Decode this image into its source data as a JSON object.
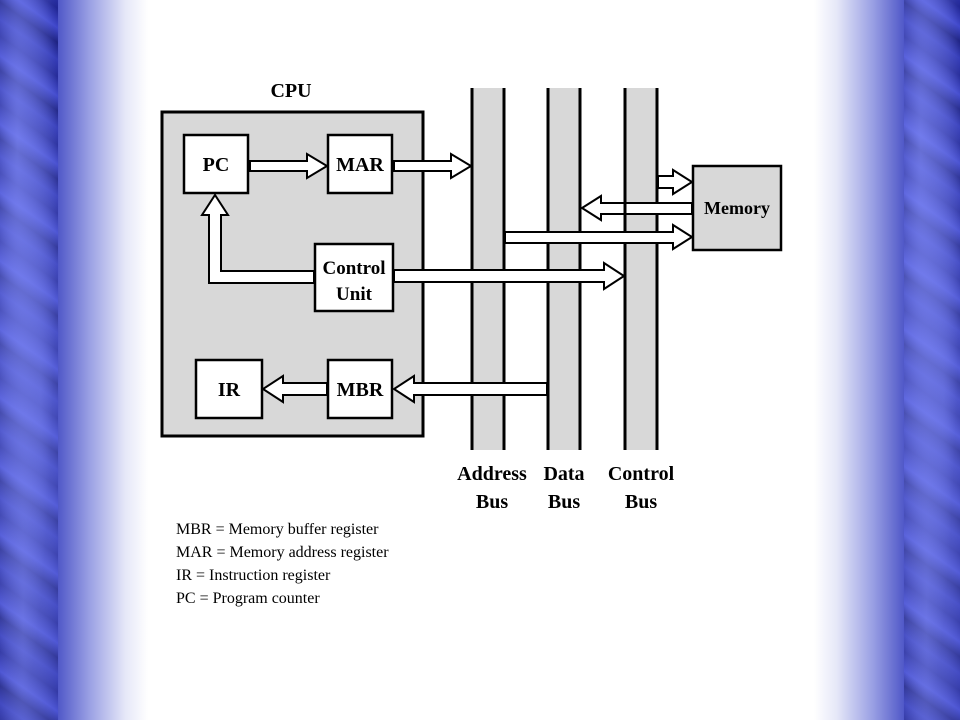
{
  "diagram": {
    "cpu_title": "CPU",
    "registers": {
      "pc": "PC",
      "mar": "MAR",
      "control_unit_line1": "Control",
      "control_unit_line2": "Unit",
      "ir": "IR",
      "mbr": "MBR"
    },
    "memory": "Memory",
    "buses": {
      "address_line1": "Address",
      "address_line2": "Bus",
      "data_line1": "Data",
      "data_line2": "Bus",
      "control_line1": "Control",
      "control_line2": "Bus"
    }
  },
  "legend": [
    "MBR = Memory buffer register",
    "MAR = Memory address register",
    "IR = Instruction register",
    "PC = Program counter"
  ],
  "colors": {
    "box_fill": "#d8d8d8",
    "register_fill": "#ffffff",
    "frame_blue": "#2b32b0"
  }
}
